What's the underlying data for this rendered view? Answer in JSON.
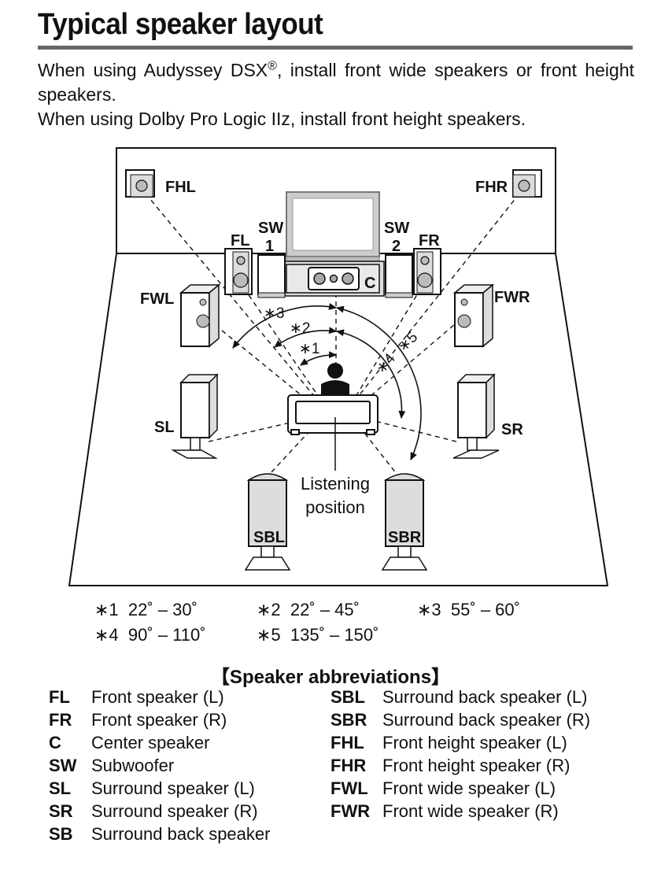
{
  "page": {
    "title": "Typical speaker layout",
    "intro_line1": "When using Audyssey DSX",
    "intro_reg": "®",
    "intro_line1_end": ", install front wide speakers or front height speakers.",
    "intro_line2": "When using Dolby Pro Logic IIz, install front height speakers."
  },
  "diagram": {
    "labels": {
      "fhl": "FHL",
      "fhr": "FHR",
      "fl": "FL",
      "fr": "FR",
      "sw1": "SW",
      "sw1_num": "1",
      "sw2": "SW",
      "sw2_num": "2",
      "c": "C",
      "fwl": "FWL",
      "fwr": "FWR",
      "sl": "SL",
      "sr": "SR",
      "sbl": "SBL",
      "sbr": "SBR",
      "listen_line1": "Listening",
      "listen_line2": "position"
    },
    "angle_marks": [
      "∗1",
      "∗2",
      "∗3",
      "∗4",
      "∗5"
    ]
  },
  "angles": [
    {
      "mark": "∗1",
      "range": "22˚ – 30˚"
    },
    {
      "mark": "∗2",
      "range": "22˚ – 45˚"
    },
    {
      "mark": "∗3",
      "range": "55˚ – 60˚"
    },
    {
      "mark": "∗4",
      "range": "90˚ – 110˚"
    },
    {
      "mark": "∗5",
      "range": "135˚ – 150˚"
    }
  ],
  "abbreviations": {
    "title": "【Speaker abbreviations】",
    "left": [
      {
        "code": "FL",
        "text": "Front speaker (L)"
      },
      {
        "code": "FR",
        "text": "Front speaker (R)"
      },
      {
        "code": "C",
        "text": "Center speaker"
      },
      {
        "code": "SW",
        "text": "Subwoofer"
      },
      {
        "code": "SL",
        "text": "Surround speaker (L)"
      },
      {
        "code": "SR",
        "text": "Surround speaker (R)"
      },
      {
        "code": "SB",
        "text": "Surround back speaker"
      }
    ],
    "right": [
      {
        "code": "SBL",
        "text": "Surround back speaker (L)"
      },
      {
        "code": "SBR",
        "text": "Surround back speaker (R)"
      },
      {
        "code": "FHL",
        "text": "Front height speaker (L)"
      },
      {
        "code": "FHR",
        "text": "Front height speaker (R)"
      },
      {
        "code": "FWL",
        "text": "Front wide speaker (L)"
      },
      {
        "code": "FWR",
        "text": "Front wide speaker (R)"
      }
    ]
  }
}
